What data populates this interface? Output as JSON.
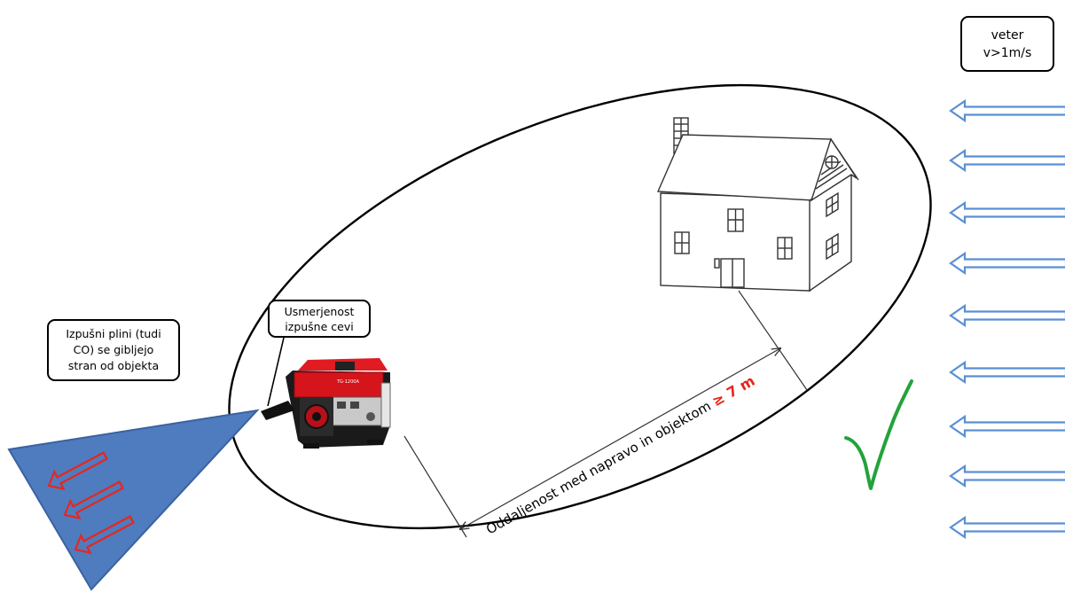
{
  "wind_label": {
    "line1": "veter",
    "line2": "v>1m/s"
  },
  "exhaust_label": {
    "line1": "Izpušni plini (tudi",
    "line2": "CO) se gibljejo",
    "line3": "stran od objekta"
  },
  "pipe_label": {
    "line1": "Usmerjenost",
    "line2": "izpušne cevi"
  },
  "distance_label": {
    "text": "Oddaljenost med napravo in objektom ",
    "value": "≥ 7 m"
  },
  "generator_label": {
    "brand": "TG-1200A"
  },
  "colors": {
    "wind_arrow": "#5b8fd3",
    "exhaust_cone": "#4f7bbf",
    "exhaust_arrow": "#e8261c",
    "check": "#22a33a",
    "distance_value": "#e8261c",
    "generator_body": "#d5141b"
  },
  "icons": [
    "house-icon",
    "generator-icon",
    "checkmark-icon",
    "wind-arrow-icon",
    "exhaust-arrow-icon"
  ]
}
